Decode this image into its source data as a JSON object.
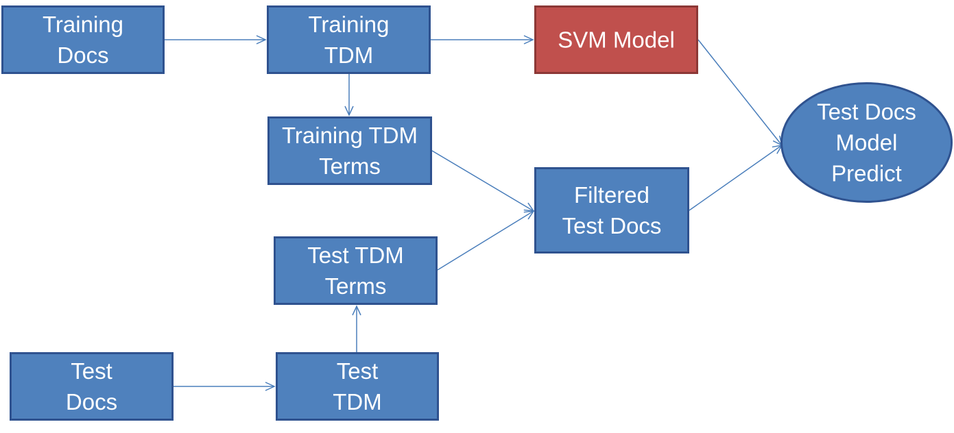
{
  "colors": {
    "node_fill": "#4f81bd",
    "node_border": "#2f528f",
    "model_fill": "#c0504d",
    "model_border": "#8c3836",
    "arrow": "#4a7ebb",
    "text": "#ffffff"
  },
  "nodes": [
    {
      "id": "training-docs",
      "shape": "rect",
      "lines": [
        "Training",
        "Docs"
      ]
    },
    {
      "id": "training-tdm",
      "shape": "rect",
      "lines": [
        "Training",
        "TDM"
      ]
    },
    {
      "id": "svm-model",
      "shape": "rect",
      "lines": [
        "SVM Model"
      ]
    },
    {
      "id": "training-tdm-terms",
      "shape": "rect",
      "lines": [
        "Training TDM",
        "Terms"
      ]
    },
    {
      "id": "filtered-test-docs",
      "shape": "rect",
      "lines": [
        "Filtered",
        "Test Docs"
      ]
    },
    {
      "id": "test-docs-model-predict",
      "shape": "ellipse",
      "lines": [
        "Test Docs",
        "Model",
        "Predict"
      ]
    },
    {
      "id": "test-tdm-terms",
      "shape": "rect",
      "lines": [
        "Test TDM",
        "Terms"
      ]
    },
    {
      "id": "test-docs",
      "shape": "rect",
      "lines": [
        "Test",
        "Docs"
      ]
    },
    {
      "id": "test-tdm",
      "shape": "rect",
      "lines": [
        "Test",
        "TDM"
      ]
    }
  ],
  "edges": [
    {
      "from": "training-docs",
      "to": "training-tdm"
    },
    {
      "from": "training-tdm",
      "to": "svm-model"
    },
    {
      "from": "training-tdm",
      "to": "training-tdm-terms"
    },
    {
      "from": "svm-model",
      "to": "test-docs-model-predict"
    },
    {
      "from": "training-tdm-terms",
      "to": "filtered-test-docs"
    },
    {
      "from": "filtered-test-docs",
      "to": "test-docs-model-predict"
    },
    {
      "from": "test-tdm-terms",
      "to": "filtered-test-docs"
    },
    {
      "from": "test-docs",
      "to": "test-tdm"
    },
    {
      "from": "test-tdm",
      "to": "test-tdm-terms"
    }
  ]
}
